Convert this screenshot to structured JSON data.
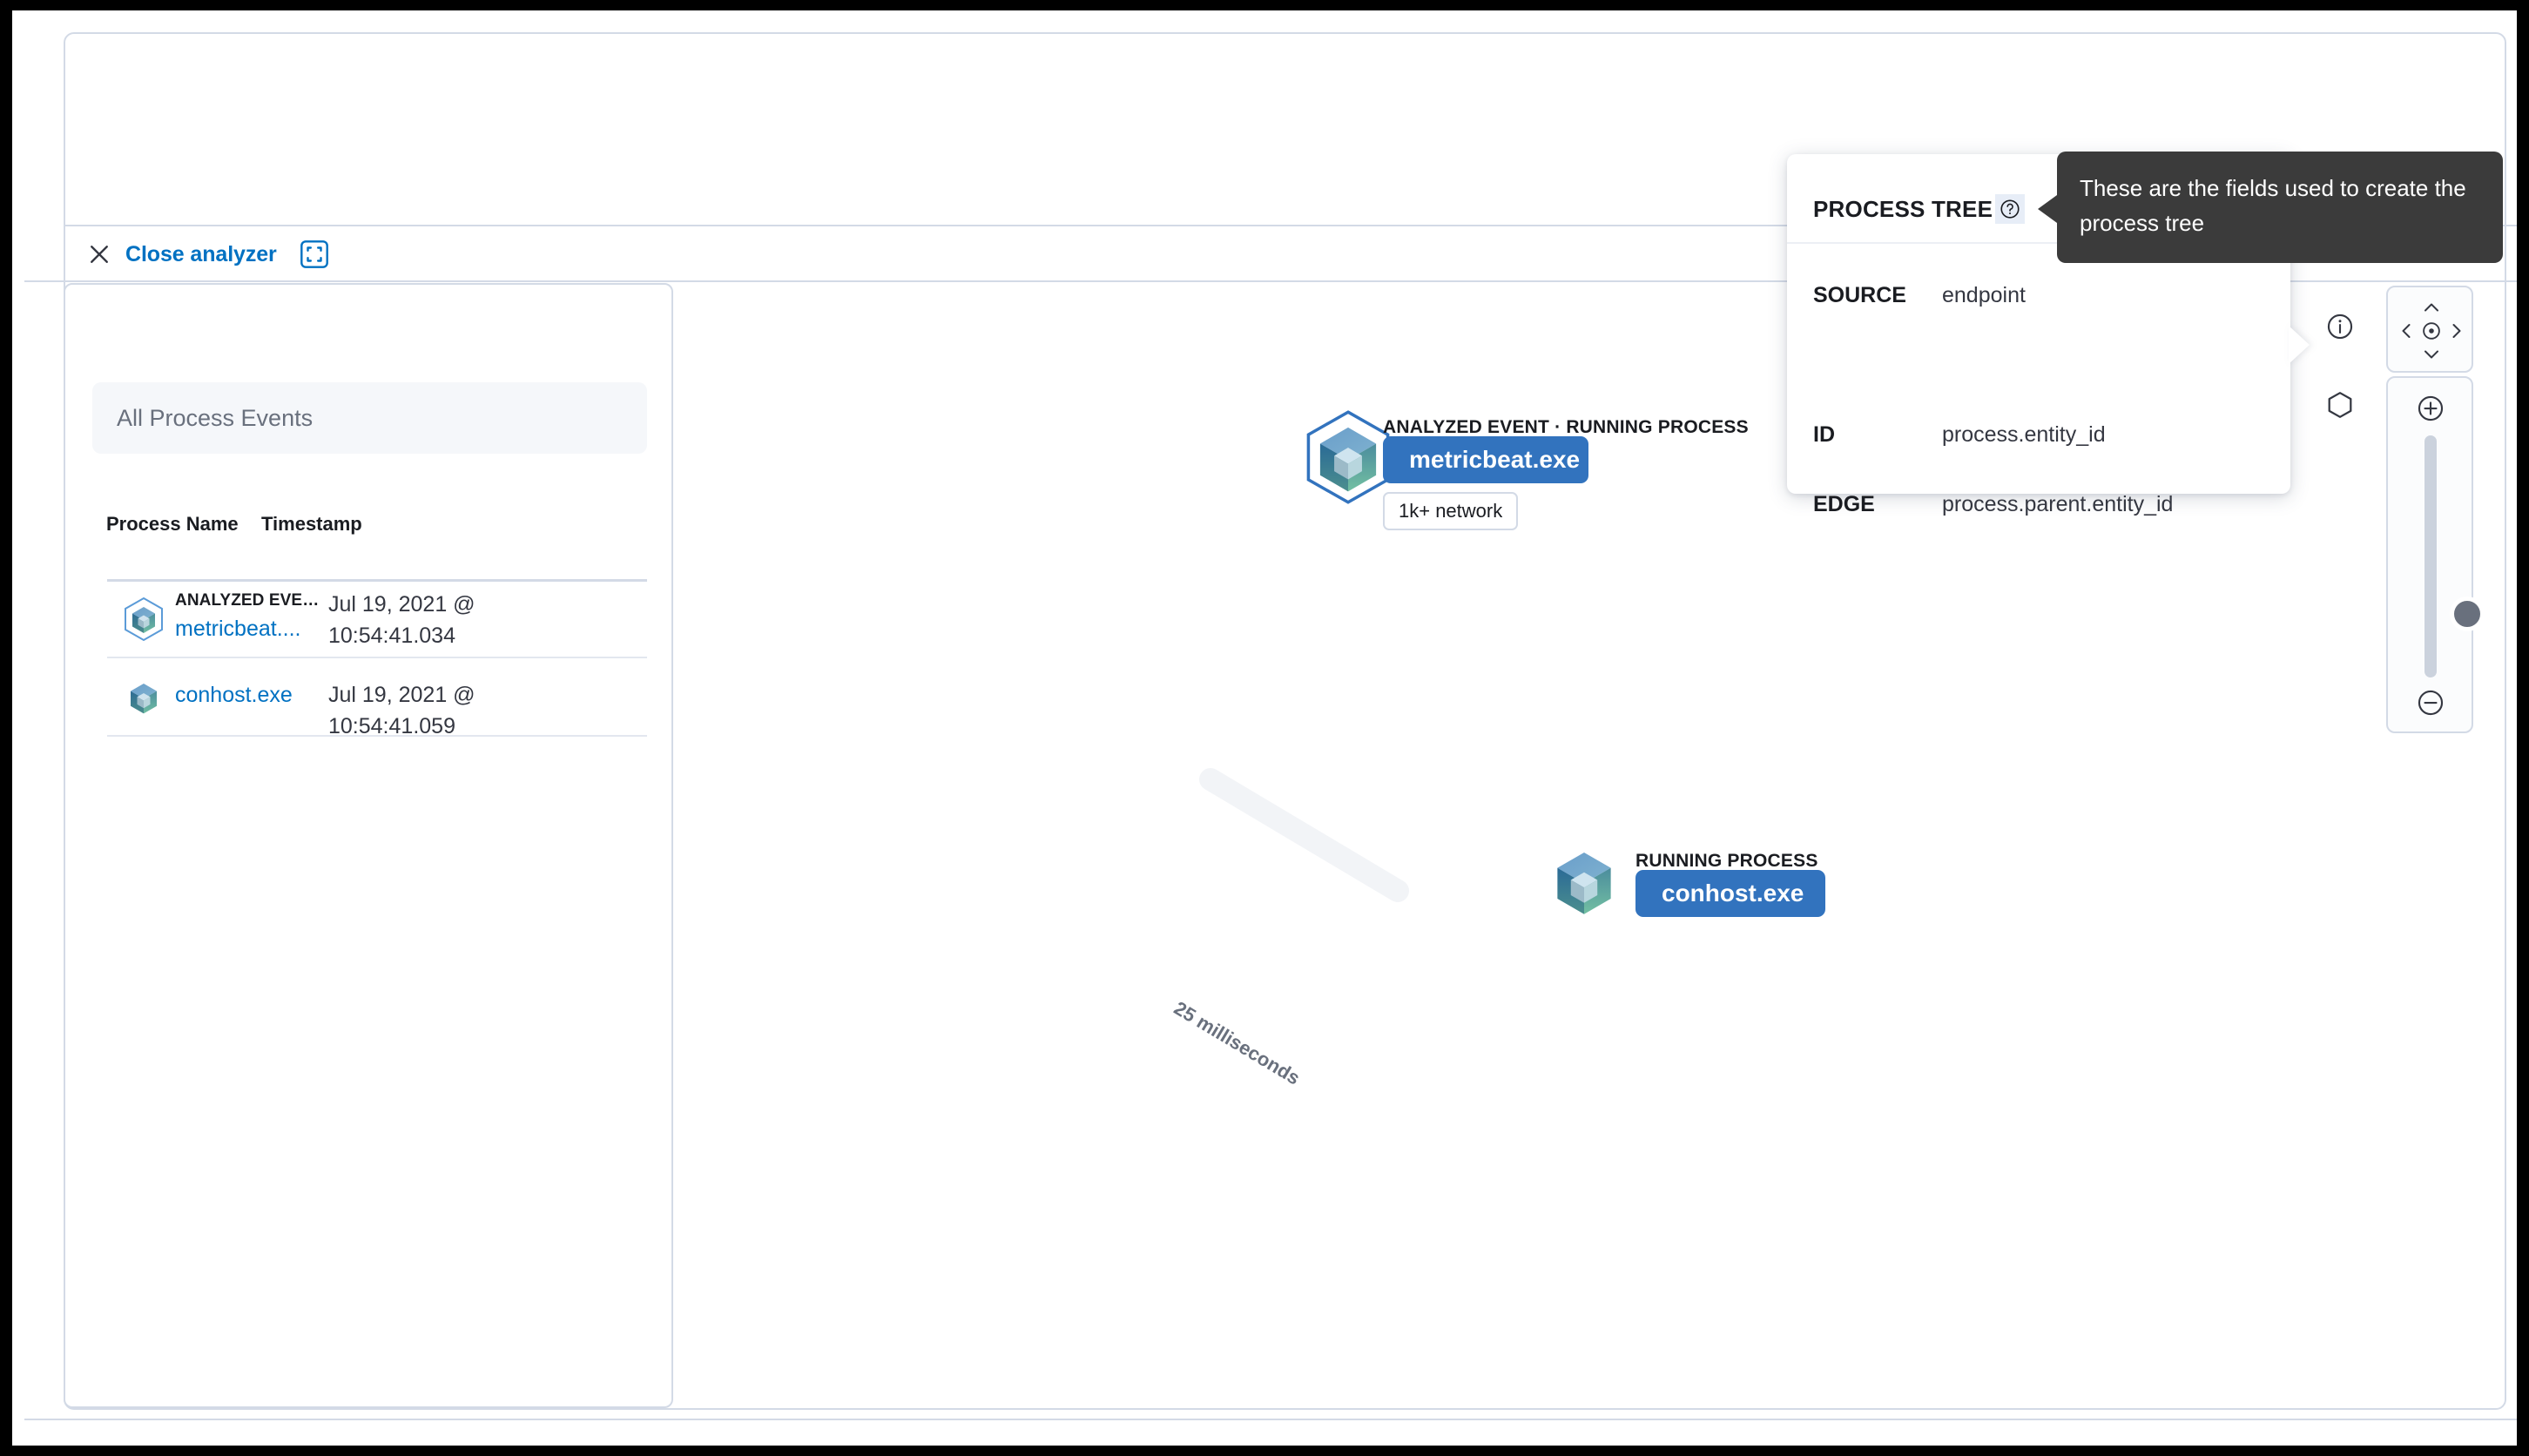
{
  "toolbar": {
    "close_label": "Close analyzer",
    "close_icon": "close-icon",
    "fullscreen_icon": "fullscreen-icon"
  },
  "left_panel": {
    "filter": {
      "value": "All Process Events",
      "placeholder": "All Process Events"
    },
    "table": {
      "columns": [
        "Process Name",
        "Timestamp"
      ],
      "rows": [
        {
          "icon": "process-cube-analyzed-icon",
          "kicker": "ANALYZED EVE…",
          "name": "metricbeat....",
          "timestamp_line1": "Jul 19, 2021 @",
          "timestamp_line2": "10:54:41.034"
        },
        {
          "icon": "process-cube-icon",
          "kicker": "",
          "name": "conhost.exe",
          "timestamp_line1": "Jul 19, 2021 @",
          "timestamp_line2": "10:54:41.059"
        }
      ]
    }
  },
  "graph": {
    "nodes": [
      {
        "id": "metricbeat",
        "kicker": "ANALYZED EVENT · RUNNING PROCESS",
        "label": "metricbeat.exe",
        "badge": "1k+ network",
        "icon": "process-cube-analyzed-icon"
      },
      {
        "id": "conhost",
        "kicker": "RUNNING PROCESS",
        "label": "conhost.exe",
        "badge": "",
        "icon": "process-cube-icon"
      }
    ],
    "edges": [
      {
        "from": "metricbeat",
        "to": "conhost",
        "label": "25 milliseconds"
      }
    ]
  },
  "controls": {
    "info_icon": "info-icon",
    "hexagon_icon": "hexagon-icon",
    "pan": {
      "up_icon": "chevron-up-icon",
      "left_icon": "chevron-left-icon",
      "center_icon": "center-target-icon",
      "right_icon": "chevron-right-icon",
      "down_icon": "chevron-down-icon"
    },
    "zoom": {
      "in_icon": "zoom-in-icon",
      "out_icon": "zoom-out-icon",
      "slider_value": 45
    }
  },
  "popover": {
    "title": "PROCESS TREE",
    "help_icon": "question-mark-icon",
    "fields": [
      {
        "key": "SOURCE",
        "value": "endpoint"
      },
      {
        "key": "ID",
        "value": "process.entity_id"
      },
      {
        "key": "EDGE",
        "value": "process.parent.entity_id"
      }
    ]
  },
  "tooltip": {
    "text": "These are the fields used to create the process tree"
  },
  "colors": {
    "accent_link": "#0071c2",
    "pill_blue": "#3273be",
    "border": "#d3dae6",
    "filter_bg": "#f5f7fa",
    "tooltip_bg": "#3b3b3b",
    "text_dark": "#1a1c21",
    "text_muted": "#69707d"
  }
}
